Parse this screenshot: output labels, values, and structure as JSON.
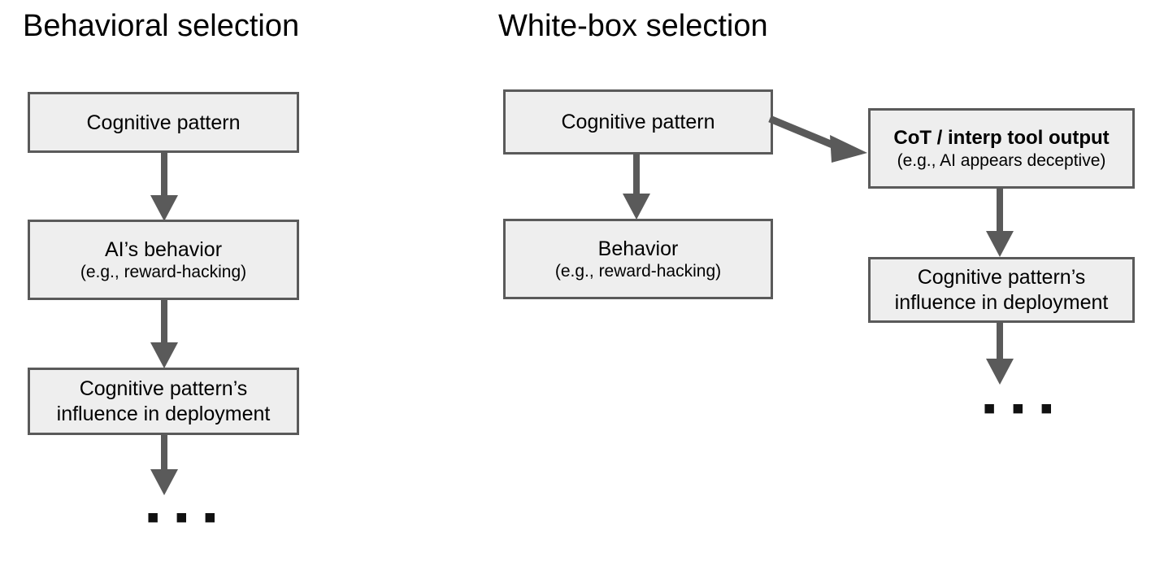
{
  "diagram": {
    "title_left": "Behavioral selection",
    "title_right": "White-box selection",
    "arrow_color": "#5a5a5a",
    "node_fill": "#eeeeee",
    "node_border": "#5a5a5a",
    "ellipsis": "▪ ▪ ▪",
    "left_column": {
      "nodes": [
        {
          "id": "left-cognitive-pattern",
          "line1": "Cognitive pattern",
          "line2": ""
        },
        {
          "id": "left-ai-behavior",
          "line1": "AI’s behavior",
          "line2": "(e.g., reward-hacking)"
        },
        {
          "id": "left-cognitive-influence",
          "multi_line_1": "Cognitive pattern’s",
          "multi_line_2": "influence in deployment"
        }
      ],
      "terminal": "…"
    },
    "right_column": {
      "nodes": [
        {
          "id": "right-cognitive-pattern",
          "line1": "Cognitive pattern",
          "line2": ""
        },
        {
          "id": "right-behavior",
          "line1": "Behavior",
          "line2": "(e.g., reward-hacking)"
        },
        {
          "id": "right-cot-interp",
          "line1": "CoT / interp tool output",
          "line2": "(e.g., AI appears deceptive)"
        },
        {
          "id": "right-cognitive-influence",
          "multi_line_1": "Cognitive pattern’s",
          "multi_line_2": "influence in deployment"
        }
      ],
      "terminal": "…"
    }
  }
}
